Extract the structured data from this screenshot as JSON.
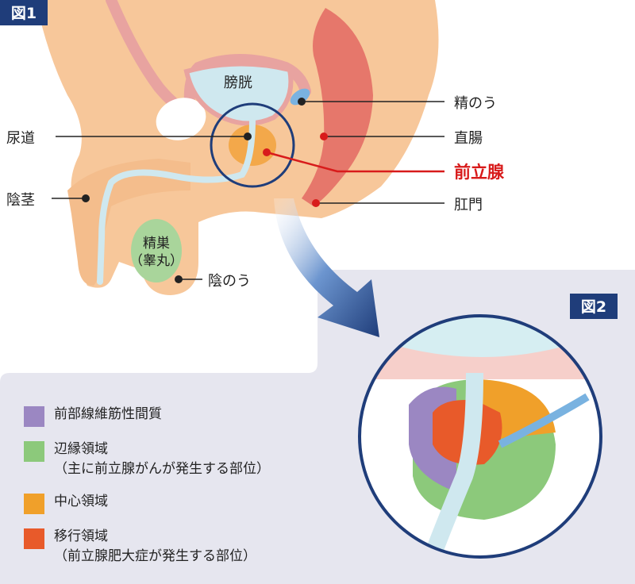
{
  "figure1": {
    "badge": "図1",
    "labels": {
      "bladder": "膀胱",
      "urethra": "尿道",
      "seminal_vesicle": "精のう",
      "rectum": "直腸",
      "prostate": "前立腺",
      "anus": "肛門",
      "penis": "陰茎",
      "testis": "精巣",
      "testis_alt": "（睾丸）",
      "scrotum": "陰のう"
    }
  },
  "figure2": {
    "badge": "図2"
  },
  "legend": [
    {
      "color": "#9b87c2",
      "line1": "前部線維筋性間質",
      "line2": ""
    },
    {
      "color": "#8cc97b",
      "line1": "辺縁領域",
      "line2": "（主に前立腺がんが発生する部位）"
    },
    {
      "color": "#f0a02a",
      "line1": "中心領域",
      "line2": ""
    },
    {
      "color": "#e85a2a",
      "line1": "移行領域",
      "line2": "（前立腺肥大症が発生する部位）"
    }
  ],
  "colors": {
    "skin": "#f7c79a",
    "navy": "#1f3d7a",
    "prostate_red": "#d81b1b",
    "panel": "#e6e6ef"
  }
}
